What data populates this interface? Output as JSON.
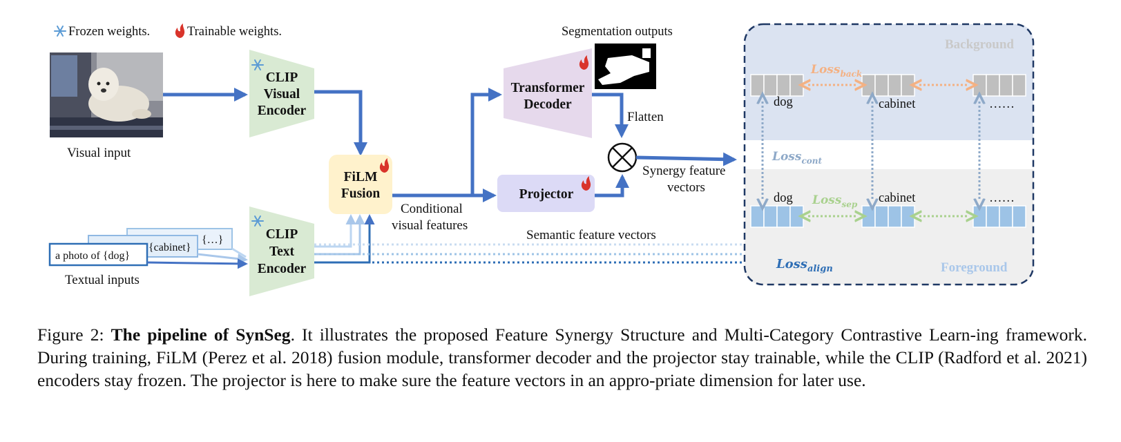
{
  "legend": {
    "frozen": "Frozen weights.",
    "trainable": "Trainable weights."
  },
  "inputs": {
    "visual_label": "Visual input",
    "textual_label": "Textual inputs",
    "prompt_front": "a photo of {dog}",
    "prompt_middle": "{cabinet}",
    "prompt_back": "{…}"
  },
  "modules": {
    "clip_visual": [
      "CLIP",
      "Visual",
      "Encoder"
    ],
    "clip_text": [
      "CLIP",
      "Text",
      "Encoder"
    ],
    "film": [
      "FiLM",
      "Fusion"
    ],
    "transformer": [
      "Transformer",
      "Decoder"
    ],
    "projector": "Projector"
  },
  "labels": {
    "conditional": [
      "Conditional",
      "visual features"
    ],
    "segmentation": "Segmentation outputs",
    "flatten": "Flatten",
    "synergy": [
      "Synergy feature",
      "vectors"
    ],
    "semantic": "Semantic feature vectors"
  },
  "panel": {
    "background_title": "Background",
    "foreground_title": "Foreground",
    "bg_labels": [
      "dog",
      "cabinet",
      "……"
    ],
    "fg_labels": [
      "dog",
      "cabinet",
      "……"
    ],
    "loss_back": {
      "base": "Loss",
      "sub": "back"
    },
    "loss_cont": {
      "base": "Loss",
      "sub": "cont"
    },
    "loss_sep": {
      "base": "Loss",
      "sub": "sep"
    },
    "loss_align": {
      "base": "Loss",
      "sub": "align"
    }
  },
  "caption": {
    "prefix": "Figure 2: ",
    "title": "The pipeline of SynSeg",
    "body": ". It illustrates the proposed Feature Synergy Structure and Multi-Category Contrastive Learn-ing framework. During training, FiLM (Perez et al. 2018) fusion module, transformer decoder and the projector stay trainable, while the CLIP (Radford et al. 2021) encoders stay frozen. The projector is here to make sure the feature vectors in an appro-priate dimension for later use."
  },
  "colors": {
    "arrow_blue": "#4472c4",
    "clip_green": "#d9ead3",
    "film_yellow": "#fff2cc",
    "transformer_purple": "#e6d9ec",
    "projector_lavender": "#dcdaf6",
    "background_band": "#dbe3f1",
    "foreground_band": "#efefef",
    "loss_back": "#f4b183",
    "loss_cont": "#8ea9c8",
    "loss_sep": "#a9d18e",
    "loss_align": "#2e6eb5",
    "vector_gray": "#bfbfbf",
    "vector_blue": "#9dc3e6",
    "flame": "#d9342b",
    "snowflake": "#5b9bd5"
  }
}
